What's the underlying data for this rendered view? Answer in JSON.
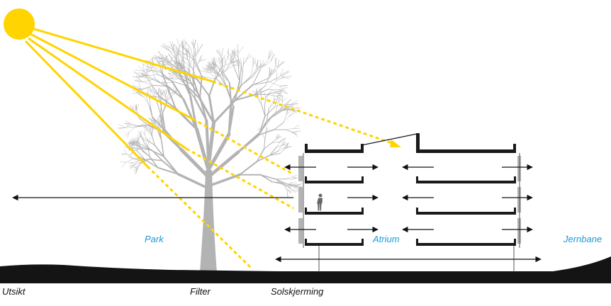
{
  "labels": {
    "park": "Park",
    "atrium": "Atrium",
    "jernbane": "Jernbane",
    "utsikt": "Utsikt",
    "filter": "Filter",
    "solskjerming": "Solskjerming"
  },
  "colors": {
    "sun": "#ffd400",
    "ray": "#ffd400",
    "tree": "#b3b3b3",
    "building": "#1a1a1a",
    "ground": "#141414",
    "accent_label": "#1a9ad6",
    "label": "#111111"
  },
  "icons": {
    "sun": "sun-icon",
    "tree": "tree-icon",
    "person": "person-icon"
  }
}
